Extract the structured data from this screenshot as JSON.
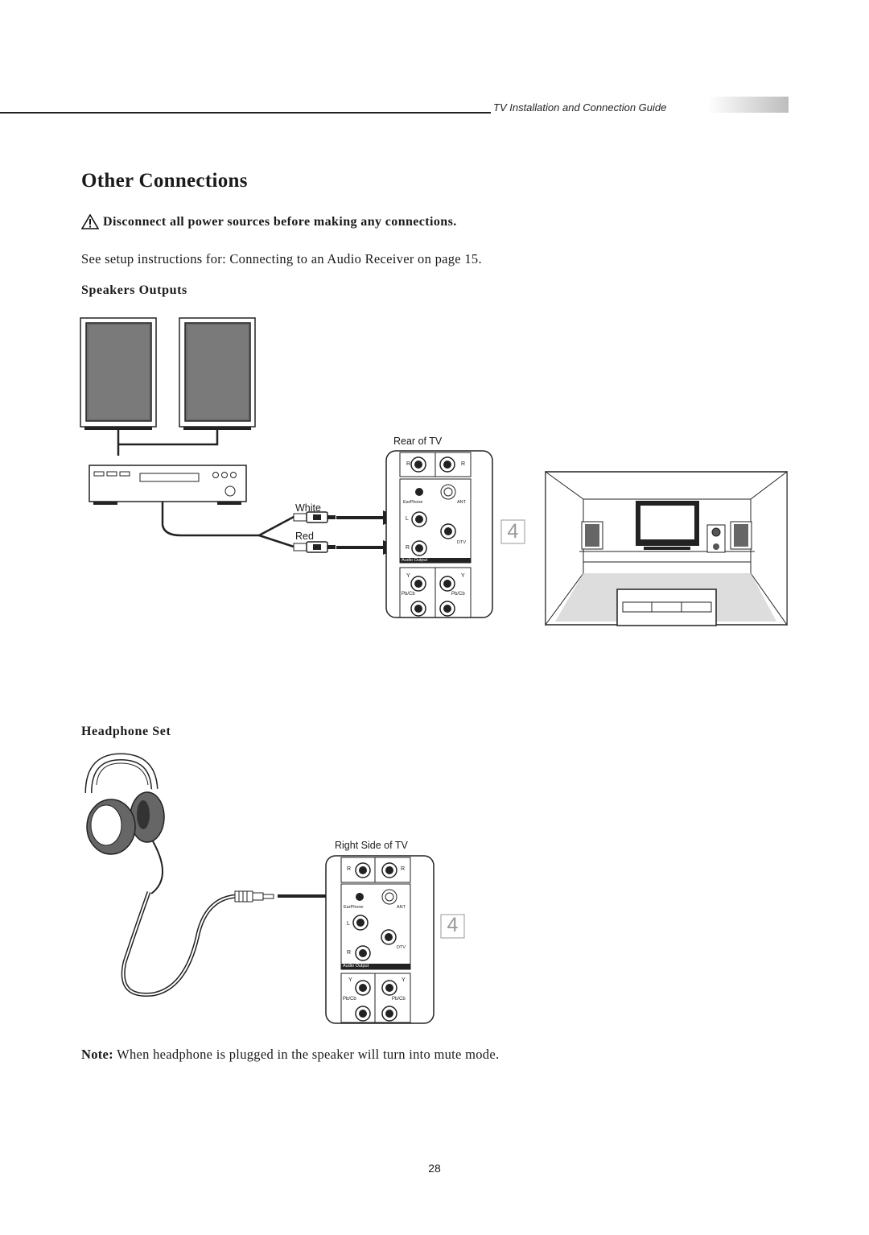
{
  "header": {
    "guide_title": "TV Installation and Connection Guide"
  },
  "title": "Other Connections",
  "warning": "Disconnect all power sources before making any connections.",
  "see_setup": "See setup instructions for: Connecting to an Audio Receiver on page 15.",
  "speakers": {
    "heading": "Speakers Outputs",
    "panel_label": "Rear of TV",
    "white_label": "White",
    "red_label": "Red",
    "badge": "4"
  },
  "headphone": {
    "heading": "Headphone Set",
    "panel_label": "Right Side of TV",
    "badge": "4"
  },
  "panel_text": {
    "r": "R",
    "l": "L",
    "y": "Y",
    "earphone": "EarPhone",
    "ant": "ANT",
    "dtv": "DTV",
    "audio_output": "Audio Output",
    "pbcb": "Pb/Cb"
  },
  "note": {
    "label": "Note:",
    "text": " When headphone is plugged in the speaker will turn into mute mode."
  },
  "page_number": "28"
}
